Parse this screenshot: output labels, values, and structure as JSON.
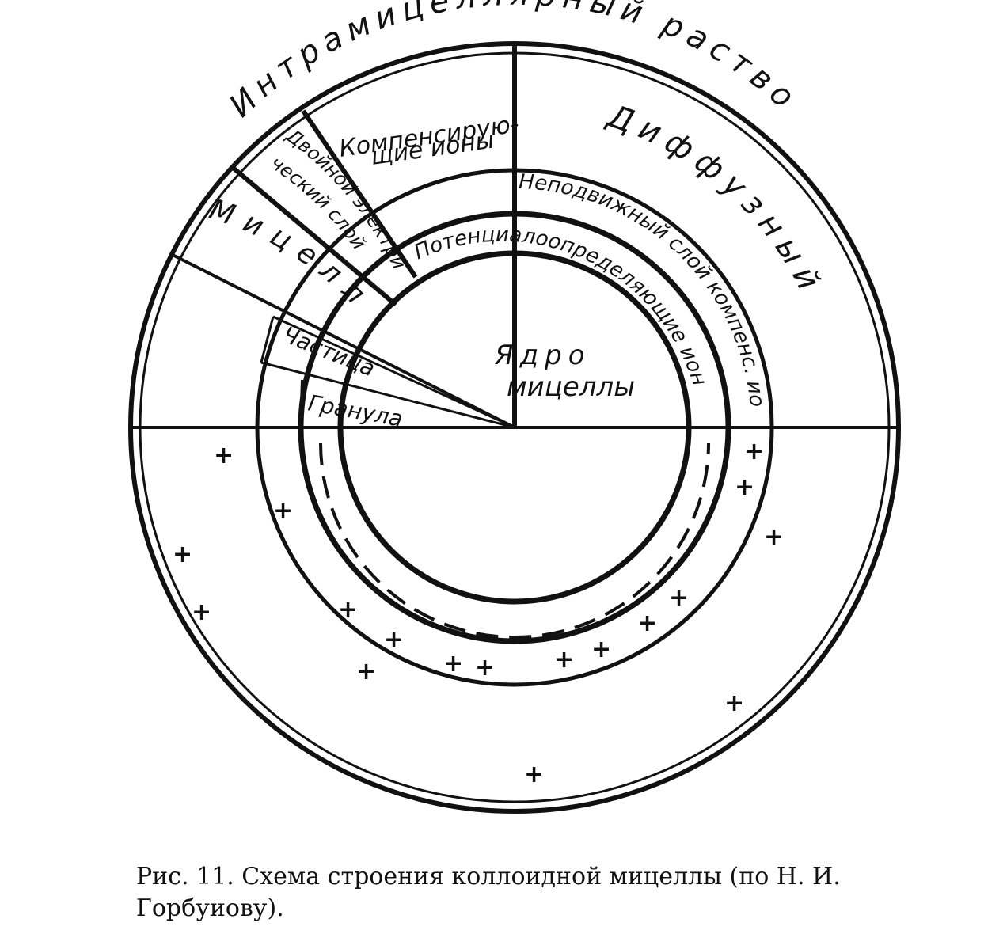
{
  "labels": {
    "intermicellar_solution": "Интрамицеллярный раствор",
    "diffuse_layer": "Диффузный слой",
    "fixed_layer": "Неподвижный слой компенс. ионов",
    "compensating_ions_line1": "Компенсирую-",
    "compensating_ions_line2": "щие ионы",
    "double_layer_line1": "Двойной электри-",
    "double_layer_line2": "ческий слой",
    "potential_ions": "Потенциалоопределяющие ионы",
    "micelle": "Мицелла",
    "particle": "Частица",
    "granule": "Гранула",
    "nucleus_line1": "Ядро",
    "nucleus_line2": "мицеллы"
  },
  "charge_symbol": "+",
  "caption": "Рис. 11. Схема строения коллоидной мицеллы (по Н. И. Горбуиову)."
}
